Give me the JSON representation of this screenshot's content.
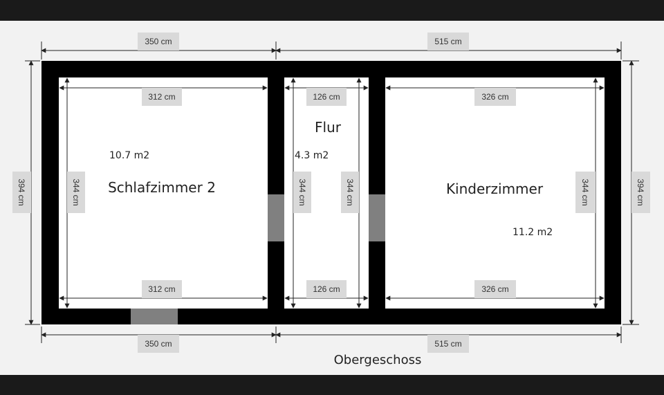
{
  "floor_name": "Obergeschoss",
  "rooms": {
    "schlafzimmer": {
      "name": "Schlafzimmer 2",
      "area": "10.7 m2"
    },
    "flur": {
      "name": "Flur",
      "area": "4.3 m2"
    },
    "kinderzimmer": {
      "name": "Kinderzimmer",
      "area": "11.2 m2"
    }
  },
  "dimensions": {
    "outer_left_width_top": "350 cm",
    "outer_right_width_top": "515 cm",
    "outer_left_width_bottom": "350 cm",
    "outer_right_width_bottom": "515 cm",
    "outer_height_left": "394 cm",
    "outer_height_right": "394 cm",
    "schlafzimmer_width_top": "312 cm",
    "schlafzimmer_width_bottom": "312 cm",
    "schlafzimmer_height": "344 cm",
    "flur_width_top": "126 cm",
    "flur_width_bottom": "126 cm",
    "flur_height_left": "344 cm",
    "flur_height_right": "344 cm",
    "kinderzimmer_width_top": "326 cm",
    "kinderzimmer_width_bottom": "326 cm",
    "kinderzimmer_height": "344 cm"
  },
  "colors": {
    "wall": "#000000",
    "door": "#808080",
    "label_bg": "#d9d9d9",
    "paper": "#f2f2f2",
    "frame": "#1a1a1a"
  }
}
